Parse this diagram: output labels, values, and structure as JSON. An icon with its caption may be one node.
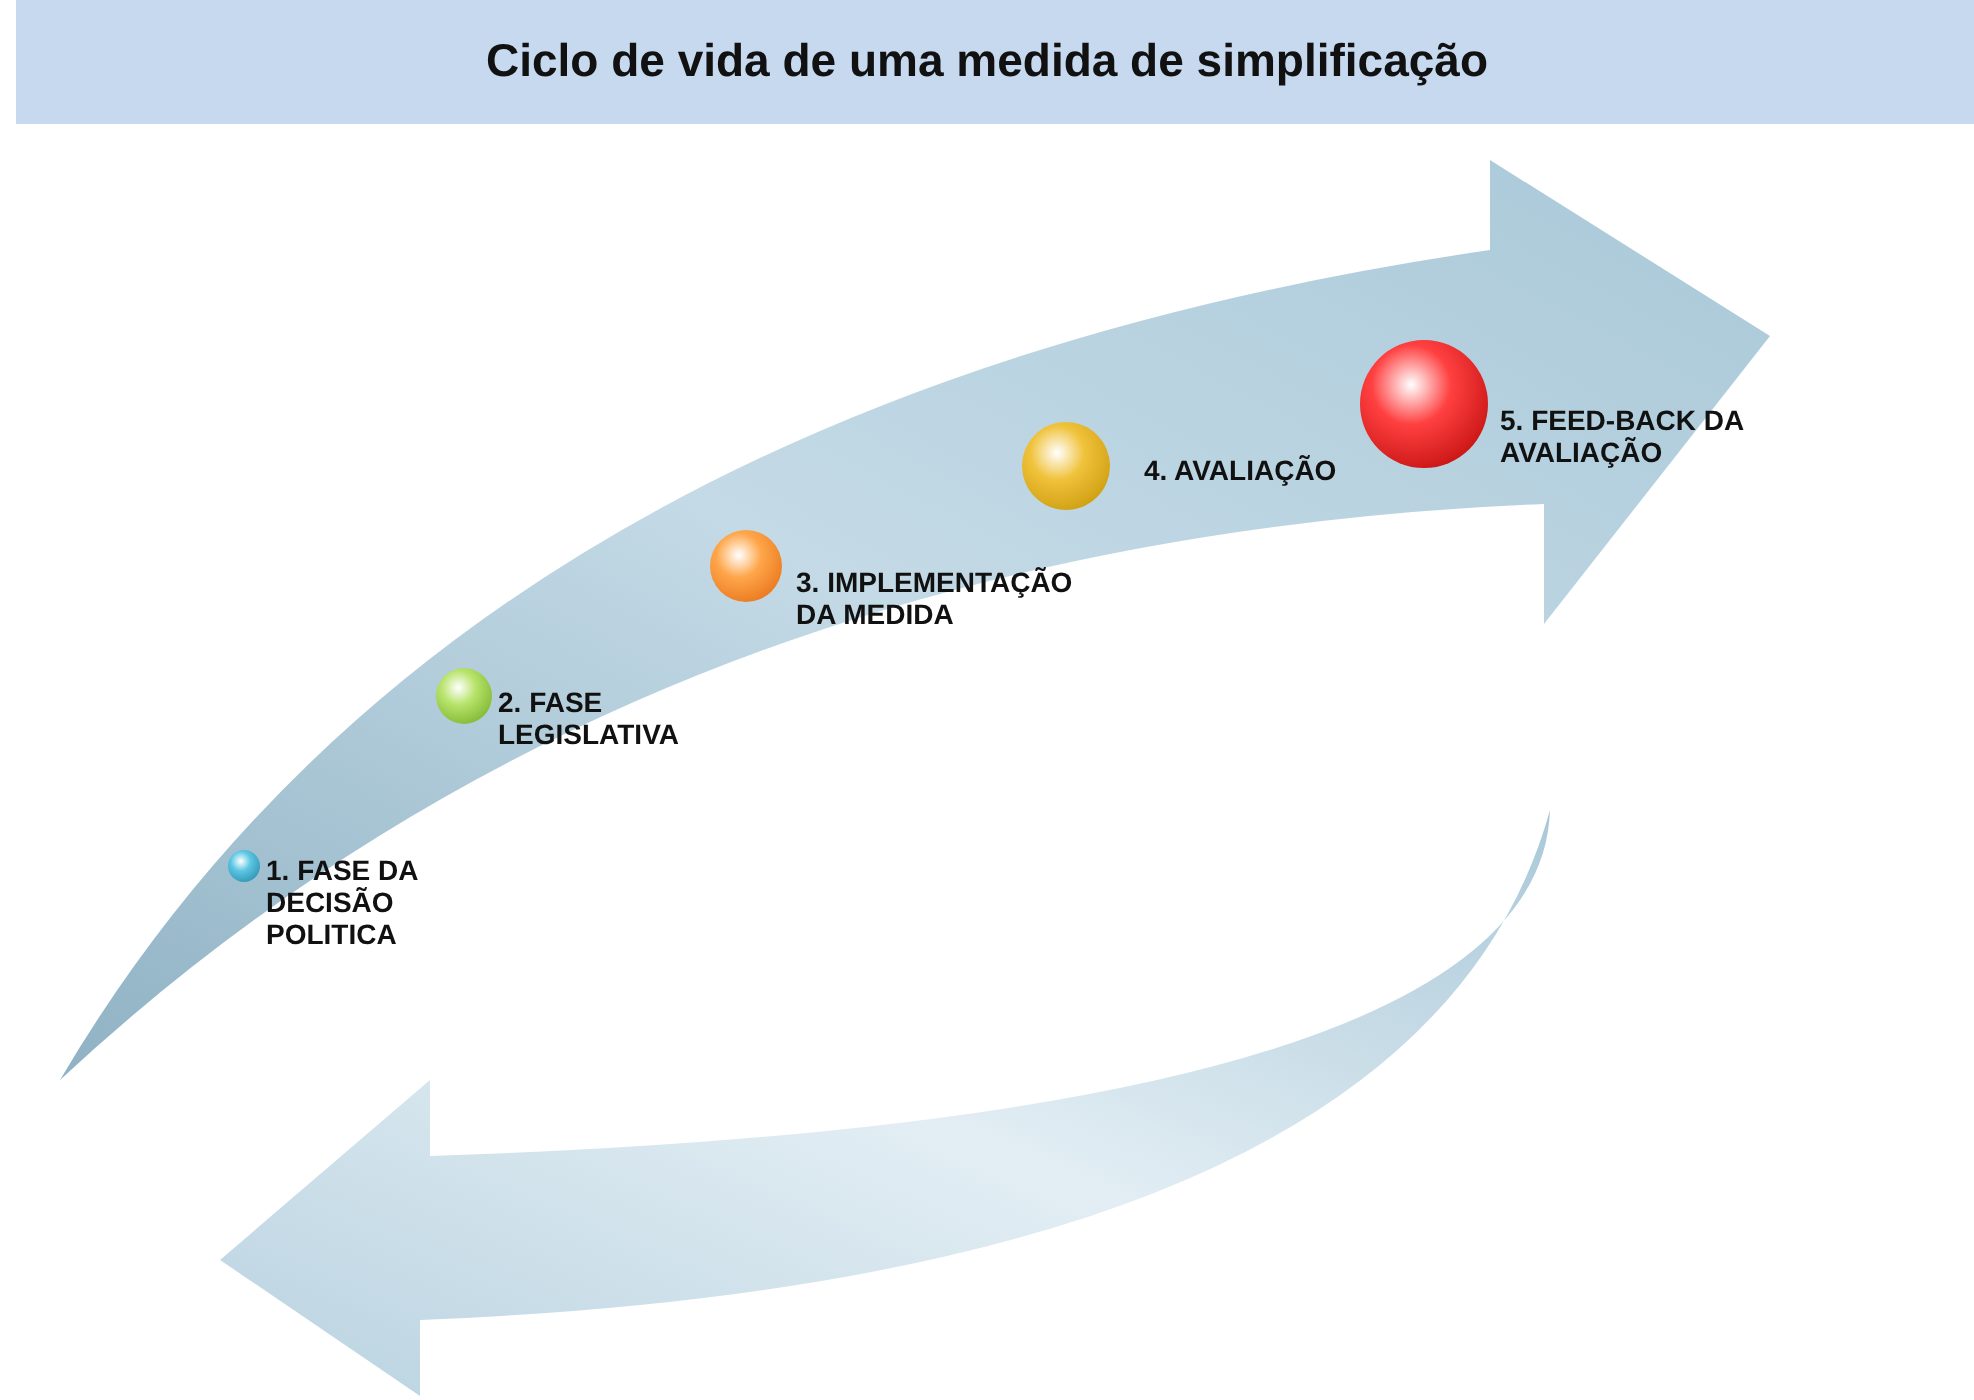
{
  "diagram": {
    "title": "Ciclo de vida de uma medida de simplificação",
    "nodes": [
      {
        "text": [],
        "shape": "circle",
        "beside": [
          "1. FASE DA DECISÃO POLITICA"
        ]
      },
      {
        "text": [],
        "shape": "circle",
        "beside": [
          "2. FASE LEGISLATIVA"
        ]
      },
      {
        "text": [],
        "shape": "circle",
        "beside": [
          "3. IMPLEMENTAÇÃO DA MEDIDA"
        ]
      },
      {
        "text": [],
        "shape": "circle",
        "beside": [
          "4. AVALIAÇÃO"
        ]
      },
      {
        "text": [],
        "shape": "circle",
        "beside": [
          "5. FEED-BACK DA AVALIAÇÃO"
        ]
      }
    ]
  }
}
